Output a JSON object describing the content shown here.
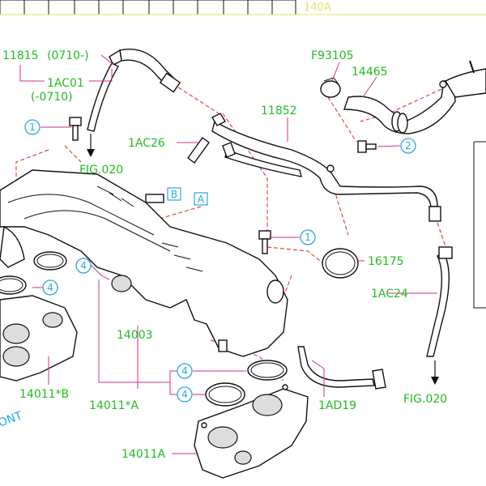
{
  "header": {
    "section_code": "140A",
    "cell_count": 12
  },
  "labels": {
    "p11815": "11815",
    "p11815_range": "(0710-)",
    "p1AC01": "1AC01",
    "p1AC01_range": "(-0710)",
    "fig_left": "FIG.020",
    "p1AC26": "1AC26",
    "p11852": "11852",
    "pF93105": "F93105",
    "p14465": "14465",
    "p16175": "16175",
    "p1AC24": "1AC24",
    "fig_right": "FIG.020",
    "p14003": "14003",
    "p14011B": "14011*B",
    "p14011starA": "14011*A",
    "p1AD19": "1AD19",
    "p14011A": "14011A",
    "front": "ONT"
  },
  "refs": {
    "ref1": "1",
    "ref2": "2",
    "ref4": "4",
    "boxA": "A",
    "boxB": "B"
  },
  "colors": {
    "label": "#22bb22",
    "ref": "#2aa8e0",
    "leader": "#cc3388",
    "dashed": "#e02020",
    "header_text": "#e8e070"
  }
}
